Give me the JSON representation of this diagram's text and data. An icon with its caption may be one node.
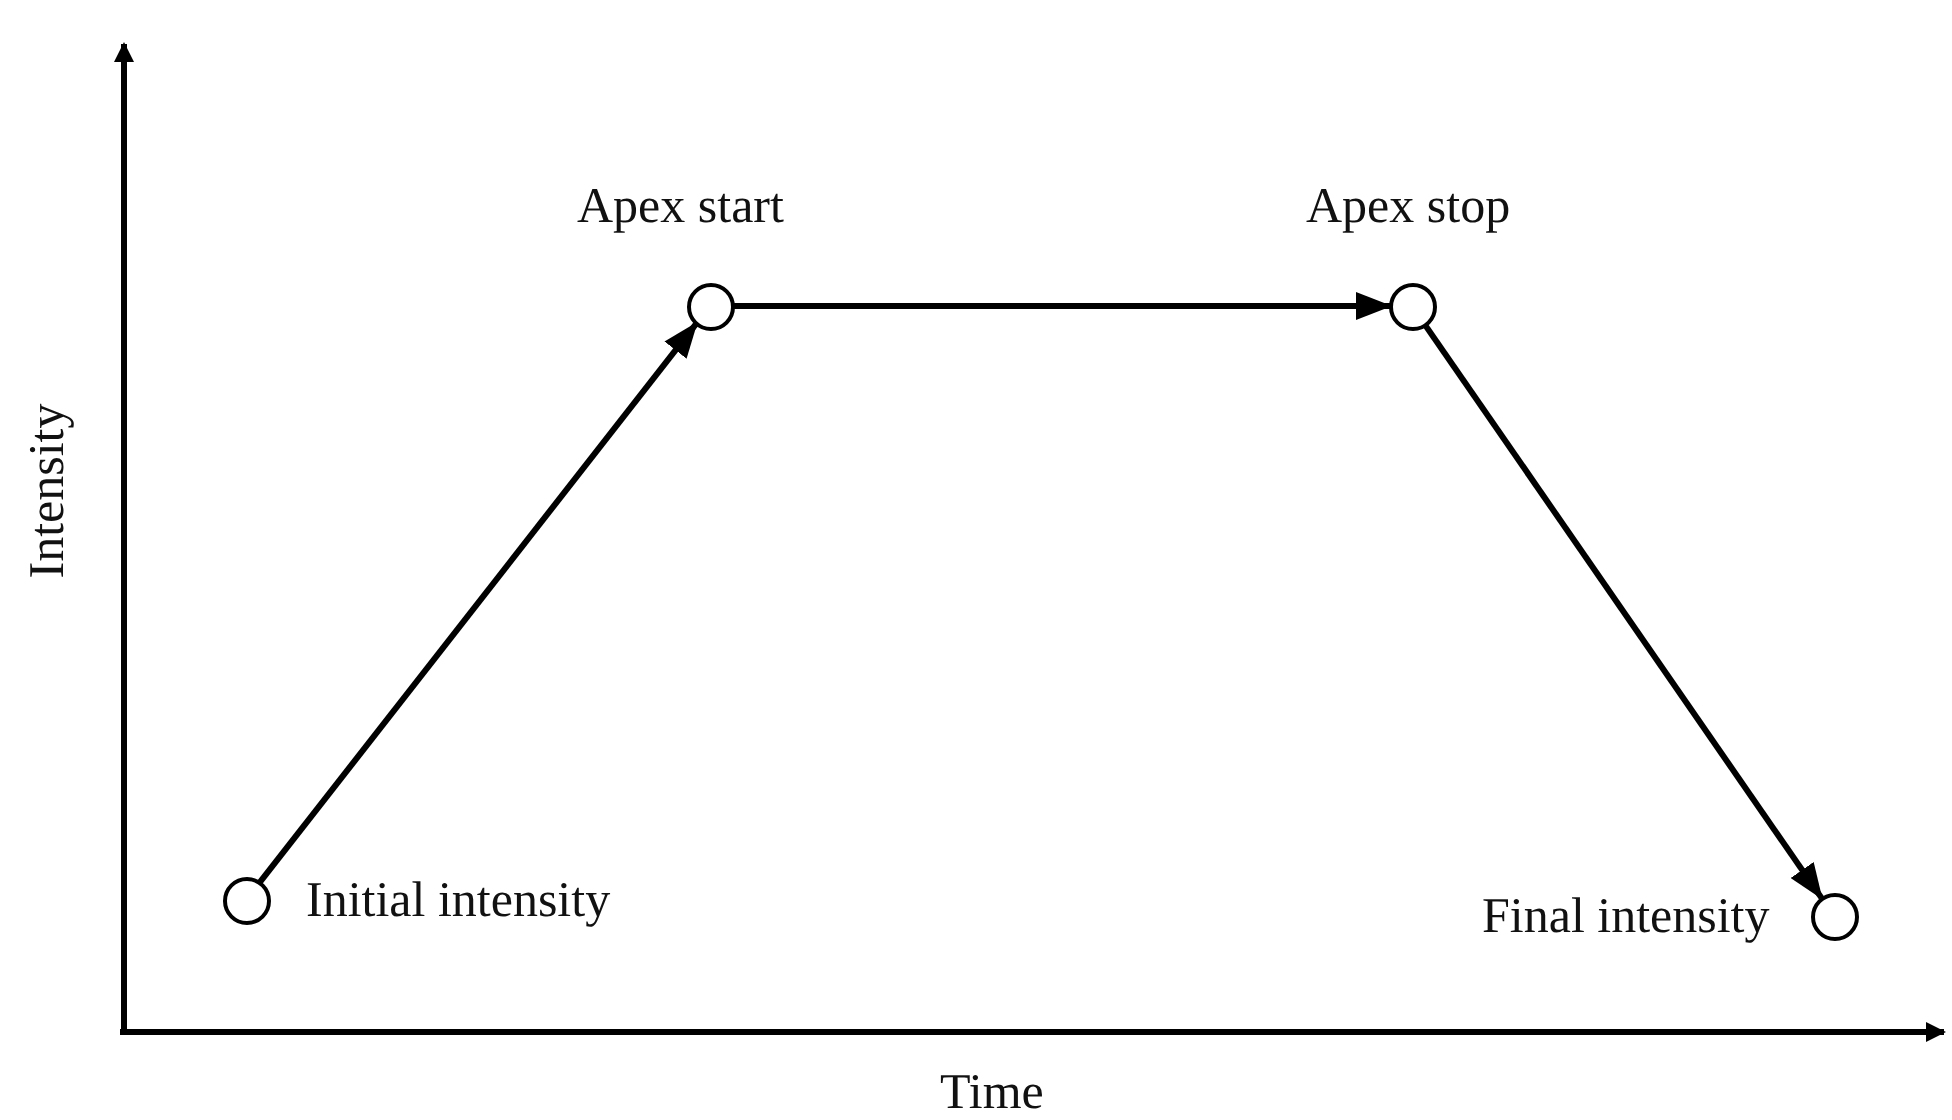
{
  "diagram": {
    "nodes": [
      {
        "text": [],
        "shape": "circle",
        "beside": [
          "Initial intensity"
        ]
      },
      {
        "text": [],
        "shape": "circle",
        "beside": [
          "Apex start"
        ]
      },
      {
        "text": [],
        "shape": "circle",
        "beside": [
          "Apex stop"
        ]
      },
      {
        "text": [],
        "shape": "circle",
        "beside": [
          "Final intensity"
        ]
      }
    ],
    "edges": [
      {
        "from": 0,
        "to": 1,
        "arrow": "to"
      },
      {
        "from": 1,
        "to": 2,
        "arrow": "to"
      },
      {
        "from": 2,
        "to": 3,
        "arrow": "to"
      }
    ],
    "labels": [
      "Intensity",
      "Time"
    ]
  }
}
